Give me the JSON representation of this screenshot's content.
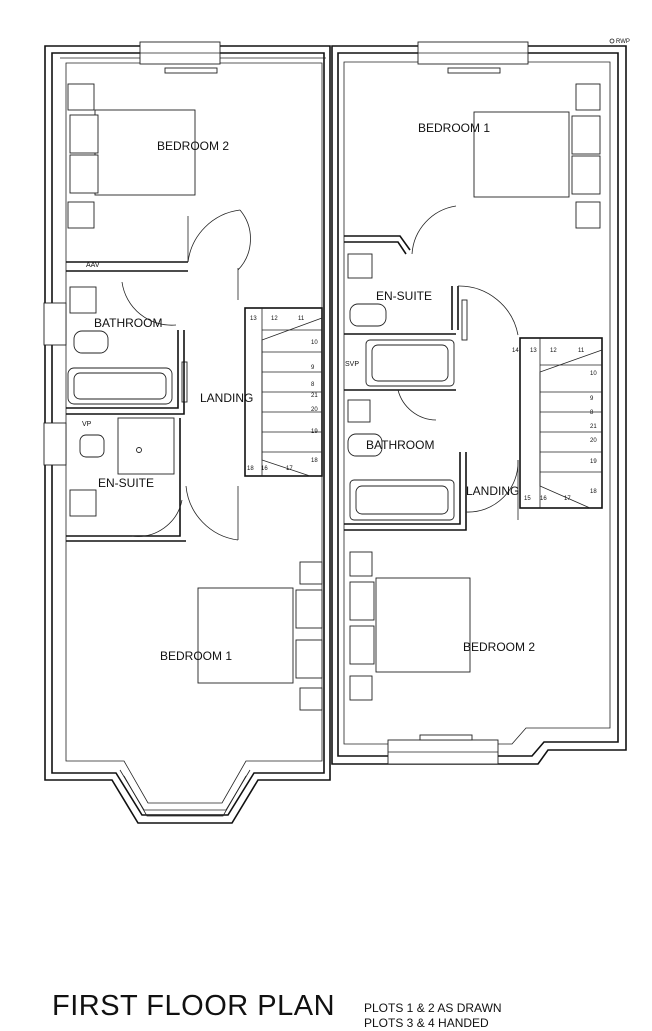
{
  "title": "FIRST FLOOR PLAN",
  "notes": [
    "PLOTS 1 & 2 AS DRAWN",
    "PLOTS 3 & 4 HANDED"
  ],
  "markers": {
    "rwp": "RWP",
    "aav": "AAV",
    "svp": "SVP",
    "vp": "VP"
  },
  "left_unit": {
    "bedroom_top": "BEDROOM  2",
    "bathroom": "BATHROOM",
    "landing": "LANDING",
    "ensuite": "EN-SUITE",
    "bedroom_bottom": "BEDROOM  1",
    "stair_steps": [
      "13",
      "12",
      "11",
      "10",
      "9",
      "8",
      "21",
      "20",
      "19",
      "18",
      "18",
      "16",
      "17"
    ]
  },
  "right_unit": {
    "bedroom_top": "BEDROOM  1",
    "ensuite": "EN-SUITE",
    "bathroom": "BATHROOM",
    "landing": "LANDING",
    "bedroom_bottom": "BEDROOM  2",
    "stair_steps": [
      "14",
      "13",
      "12",
      "11",
      "10",
      "9",
      "8",
      "21",
      "20",
      "19",
      "18",
      "15",
      "16",
      "17"
    ]
  }
}
